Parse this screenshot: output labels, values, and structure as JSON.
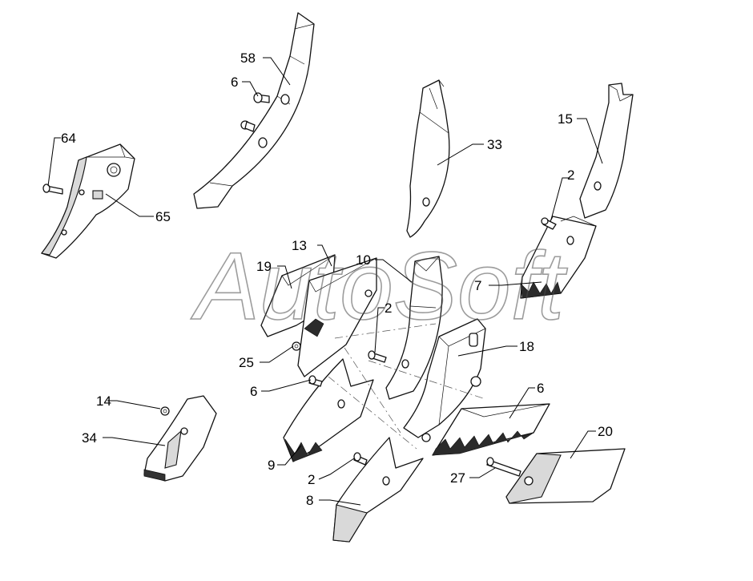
{
  "watermark": "AutoSoft",
  "callouts": [
    {
      "id": "c58",
      "label": "58"
    },
    {
      "id": "c6a",
      "label": "6"
    },
    {
      "id": "c64",
      "label": "64"
    },
    {
      "id": "c65",
      "label": "65"
    },
    {
      "id": "c33",
      "label": "33"
    },
    {
      "id": "c15",
      "label": "15"
    },
    {
      "id": "c2a",
      "label": "2"
    },
    {
      "id": "c7",
      "label": "7"
    },
    {
      "id": "c13",
      "label": "13"
    },
    {
      "id": "c10",
      "label": "10"
    },
    {
      "id": "c19",
      "label": "19"
    },
    {
      "id": "c2b",
      "label": "2"
    },
    {
      "id": "c25",
      "label": "25"
    },
    {
      "id": "c18",
      "label": "18"
    },
    {
      "id": "c6b",
      "label": "6"
    },
    {
      "id": "c6c",
      "label": "6"
    },
    {
      "id": "c14",
      "label": "14"
    },
    {
      "id": "c34",
      "label": "34"
    },
    {
      "id": "c20",
      "label": "20"
    },
    {
      "id": "c9",
      "label": "9"
    },
    {
      "id": "c2c",
      "label": "2"
    },
    {
      "id": "c27",
      "label": "27"
    },
    {
      "id": "c8",
      "label": "8"
    }
  ]
}
